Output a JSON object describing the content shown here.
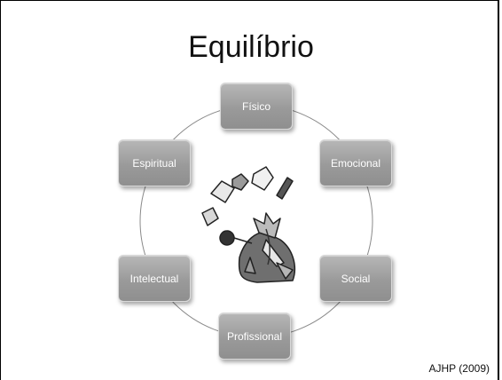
{
  "title": "Equilíbrio",
  "credit": "AJHP (2009)",
  "nodes": {
    "fisico": "Físico",
    "emocional": "Emocional",
    "social": "Social",
    "profissional": "Profissional",
    "intelectual": "Intelectual",
    "espiritual": "Espiritual"
  },
  "colors": {
    "node_fill": "#9e9e9e",
    "circle": "#8a8a8a"
  },
  "icons": [
    "juggler-clipart"
  ]
}
